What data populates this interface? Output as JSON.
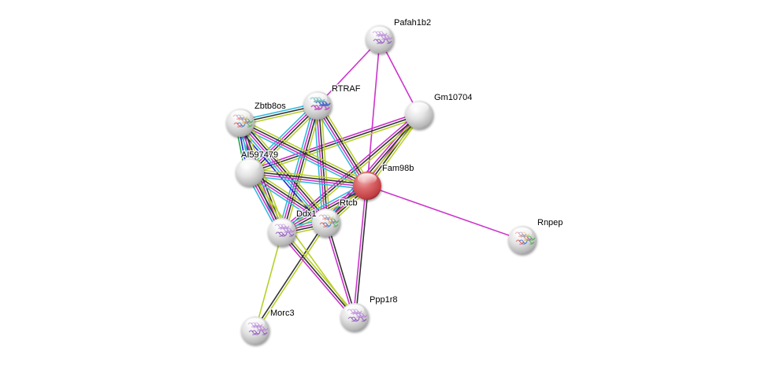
{
  "title": "Protein interaction network",
  "colors": {
    "background": "#ffffff",
    "query_node": "#d9464a",
    "neighbor_node": "#d9d9d9",
    "edge_textmining": "#b8d02a",
    "edge_coexpression": "#333333",
    "edge_experiments": "#cc33cc",
    "edge_databases": "#33bbdd",
    "edge_neighborhood": "#2222dd",
    "edge_cooccurrence": "#22aa44"
  },
  "nodes": [
    {
      "id": "Pafah1b2",
      "label": "Pafah1b2",
      "query": false,
      "structure": "purple-fold"
    },
    {
      "id": "RTRAF",
      "label": "RTRAF",
      "query": false,
      "structure": "helix"
    },
    {
      "id": "Gm10704",
      "label": "Gm10704",
      "query": false,
      "structure": "none"
    },
    {
      "id": "Zbtb8os",
      "label": "Zbtb8os",
      "query": false,
      "structure": "rainbow-fold"
    },
    {
      "id": "AI597479",
      "label": "AI597479",
      "query": false,
      "structure": "none"
    },
    {
      "id": "Fam98b",
      "label": "Fam98b",
      "query": true,
      "structure": "none"
    },
    {
      "id": "Rtcb",
      "label": "Rtcb",
      "query": false,
      "structure": "rainbow-fold"
    },
    {
      "id": "Ddx1",
      "label": "Ddx1",
      "query": false,
      "structure": "purple-fold"
    },
    {
      "id": "Rnpep",
      "label": "Rnpep",
      "query": false,
      "structure": "rainbow-fold"
    },
    {
      "id": "Ppp1r8",
      "label": "Ppp1r8",
      "query": false,
      "structure": "purple-fold"
    },
    {
      "id": "Morc3",
      "label": "Morc3",
      "query": false,
      "structure": "purple-fold"
    }
  ],
  "edges": [
    {
      "source": "Pafah1b2",
      "target": "RTRAF",
      "evidence": [
        "experiments"
      ]
    },
    {
      "source": "Pafah1b2",
      "target": "Fam98b",
      "evidence": [
        "experiments"
      ]
    },
    {
      "source": "Pafah1b2",
      "target": "Gm10704",
      "evidence": [
        "experiments"
      ]
    },
    {
      "source": "Gm10704",
      "target": "Fam98b",
      "evidence": [
        "textmining",
        "coexpression",
        "experiments"
      ]
    },
    {
      "source": "Gm10704",
      "target": "AI597479",
      "evidence": [
        "textmining",
        "coexpression",
        "experiments"
      ]
    },
    {
      "source": "Gm10704",
      "target": "Rtcb",
      "evidence": [
        "textmining",
        "coexpression",
        "experiments"
      ]
    },
    {
      "source": "Gm10704",
      "target": "Ddx1",
      "evidence": [
        "textmining",
        "coexpression",
        "experiments"
      ]
    },
    {
      "source": "RTRAF",
      "target": "Zbtb8os",
      "evidence": [
        "textmining",
        "coexpression",
        "databases"
      ]
    },
    {
      "source": "RTRAF",
      "target": "AI597479",
      "evidence": [
        "textmining",
        "coexpression",
        "experiments",
        "databases"
      ]
    },
    {
      "source": "RTRAF",
      "target": "Fam98b",
      "evidence": [
        "textmining",
        "coexpression",
        "experiments",
        "databases"
      ]
    },
    {
      "source": "RTRAF",
      "target": "Rtcb",
      "evidence": [
        "textmining",
        "coexpression",
        "experiments",
        "databases"
      ]
    },
    {
      "source": "RTRAF",
      "target": "Ddx1",
      "evidence": [
        "textmining",
        "coexpression",
        "experiments",
        "databases"
      ]
    },
    {
      "source": "Zbtb8os",
      "target": "AI597479",
      "evidence": [
        "textmining",
        "coexpression",
        "databases",
        "neighborhood",
        "cooccurrence"
      ]
    },
    {
      "source": "Zbtb8os",
      "target": "Fam98b",
      "evidence": [
        "textmining",
        "coexpression",
        "experiments",
        "databases"
      ]
    },
    {
      "source": "Zbtb8os",
      "target": "Rtcb",
      "evidence": [
        "textmining",
        "coexpression",
        "experiments",
        "databases",
        "neighborhood"
      ]
    },
    {
      "source": "Zbtb8os",
      "target": "Ddx1",
      "evidence": [
        "textmining",
        "coexpression",
        "experiments",
        "databases"
      ]
    },
    {
      "source": "AI597479",
      "target": "Fam98b",
      "evidence": [
        "textmining",
        "coexpression",
        "experiments",
        "databases"
      ]
    },
    {
      "source": "AI597479",
      "target": "Rtcb",
      "evidence": [
        "textmining",
        "coexpression",
        "experiments",
        "databases"
      ]
    },
    {
      "source": "AI597479",
      "target": "Ddx1",
      "evidence": [
        "textmining",
        "coexpression",
        "experiments",
        "databases"
      ]
    },
    {
      "source": "Fam98b",
      "target": "Rtcb",
      "evidence": [
        "textmining",
        "coexpression",
        "experiments",
        "databases"
      ]
    },
    {
      "source": "Fam98b",
      "target": "Ddx1",
      "evidence": [
        "textmining",
        "coexpression",
        "experiments",
        "databases"
      ]
    },
    {
      "source": "Fam98b",
      "target": "Rnpep",
      "evidence": [
        "experiments"
      ]
    },
    {
      "source": "Fam98b",
      "target": "Ppp1r8",
      "evidence": [
        "coexpression",
        "experiments"
      ]
    },
    {
      "source": "Rtcb",
      "target": "Ddx1",
      "evidence": [
        "textmining",
        "coexpression",
        "experiments",
        "databases"
      ]
    },
    {
      "source": "Rtcb",
      "target": "Ppp1r8",
      "evidence": [
        "coexpression",
        "experiments"
      ]
    },
    {
      "source": "Rtcb",
      "target": "Morc3",
      "evidence": [
        "textmining",
        "coexpression"
      ]
    },
    {
      "source": "Ddx1",
      "target": "Ppp1r8",
      "evidence": [
        "textmining",
        "coexpression",
        "experiments"
      ]
    },
    {
      "source": "Ddx1",
      "target": "Morc3",
      "evidence": [
        "textmining"
      ]
    },
    {
      "source": "AI597479",
      "target": "Ppp1r8",
      "evidence": [
        "textmining"
      ]
    }
  ]
}
